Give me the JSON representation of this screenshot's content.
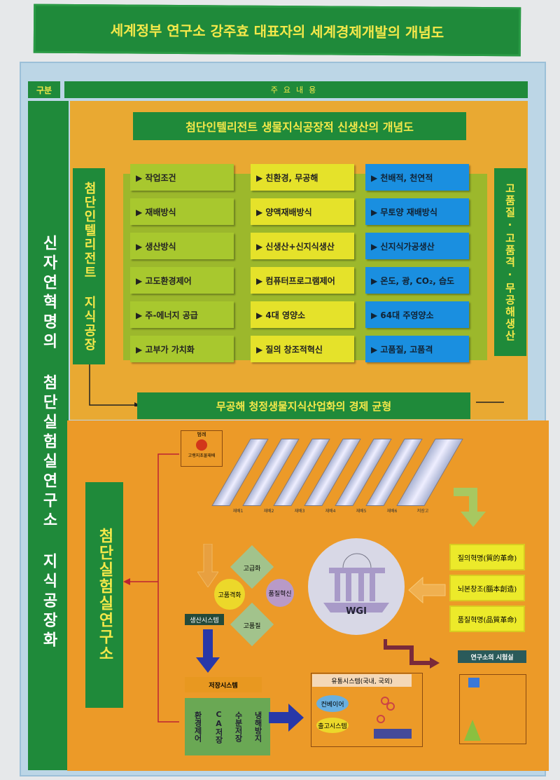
{
  "title": "세계정부 연구소 강주효 대표자의 세계경제개발의 개념도",
  "header": {
    "category": "구분",
    "content": "주요내용"
  },
  "left_bar": "신자연혁명의 첨단실험실연구소 지식공장화",
  "upper": {
    "subtitle": "첨단인텔리전트 생물지식공장적 신생산의 개념도",
    "left_vertical": "첨단인텔리전트 지식공장",
    "right_vertical": "고품질·고품격·무공해생산",
    "col1": [
      "작업조건",
      "재배방식",
      "생산방식",
      "고도환경제어",
      "주-에너지 공급",
      "고부가 가치화"
    ],
    "col2": [
      "친환경, 무공해",
      "양액재배방식",
      "신생산+신지식생산",
      "컴퓨터프로그램제어",
      "4대 영양소",
      "질의 창조적혁신"
    ],
    "col3": [
      "천배적, 천연적",
      "무토양 재배방식",
      "신지식가공생산",
      "온도, 광, CO₂, 습도",
      "64대 주영양소",
      "고품질, 고품격"
    ],
    "economy": "무공해 청정생물지식산업화의 경제 균형"
  },
  "lower": {
    "left_vertical": "첨단실험실연구소",
    "legend_title": "범례",
    "legend_text": "고랭지초물재배",
    "tube_labels": [
      "재배1",
      "재배2",
      "재배3",
      "재배4",
      "재배5",
      "재배6",
      "저장고"
    ],
    "diamonds": [
      "고급화",
      "고품격화",
      "품질혁신",
      "고품질"
    ],
    "center": "WGI",
    "revolutions": [
      "질의혁명(質的革命)",
      "뇌본창조(腦本創造)",
      "품질혁명(品質革命)"
    ],
    "production": "생산시스템",
    "storage": "저장시스템",
    "storage_items": [
      "환경제어",
      "CA저장",
      "수분저장",
      "냉해방지"
    ],
    "distribution": "유통시스템(국내, 국외)",
    "dist_items": [
      "컨베이어",
      "출고시스템"
    ],
    "lab": "연구소의 시험실"
  },
  "colors": {
    "green": "#1f8a3a",
    "yellow": "#f4e84a",
    "orange": "#ec9a28",
    "blue": "#1a8fe0"
  }
}
